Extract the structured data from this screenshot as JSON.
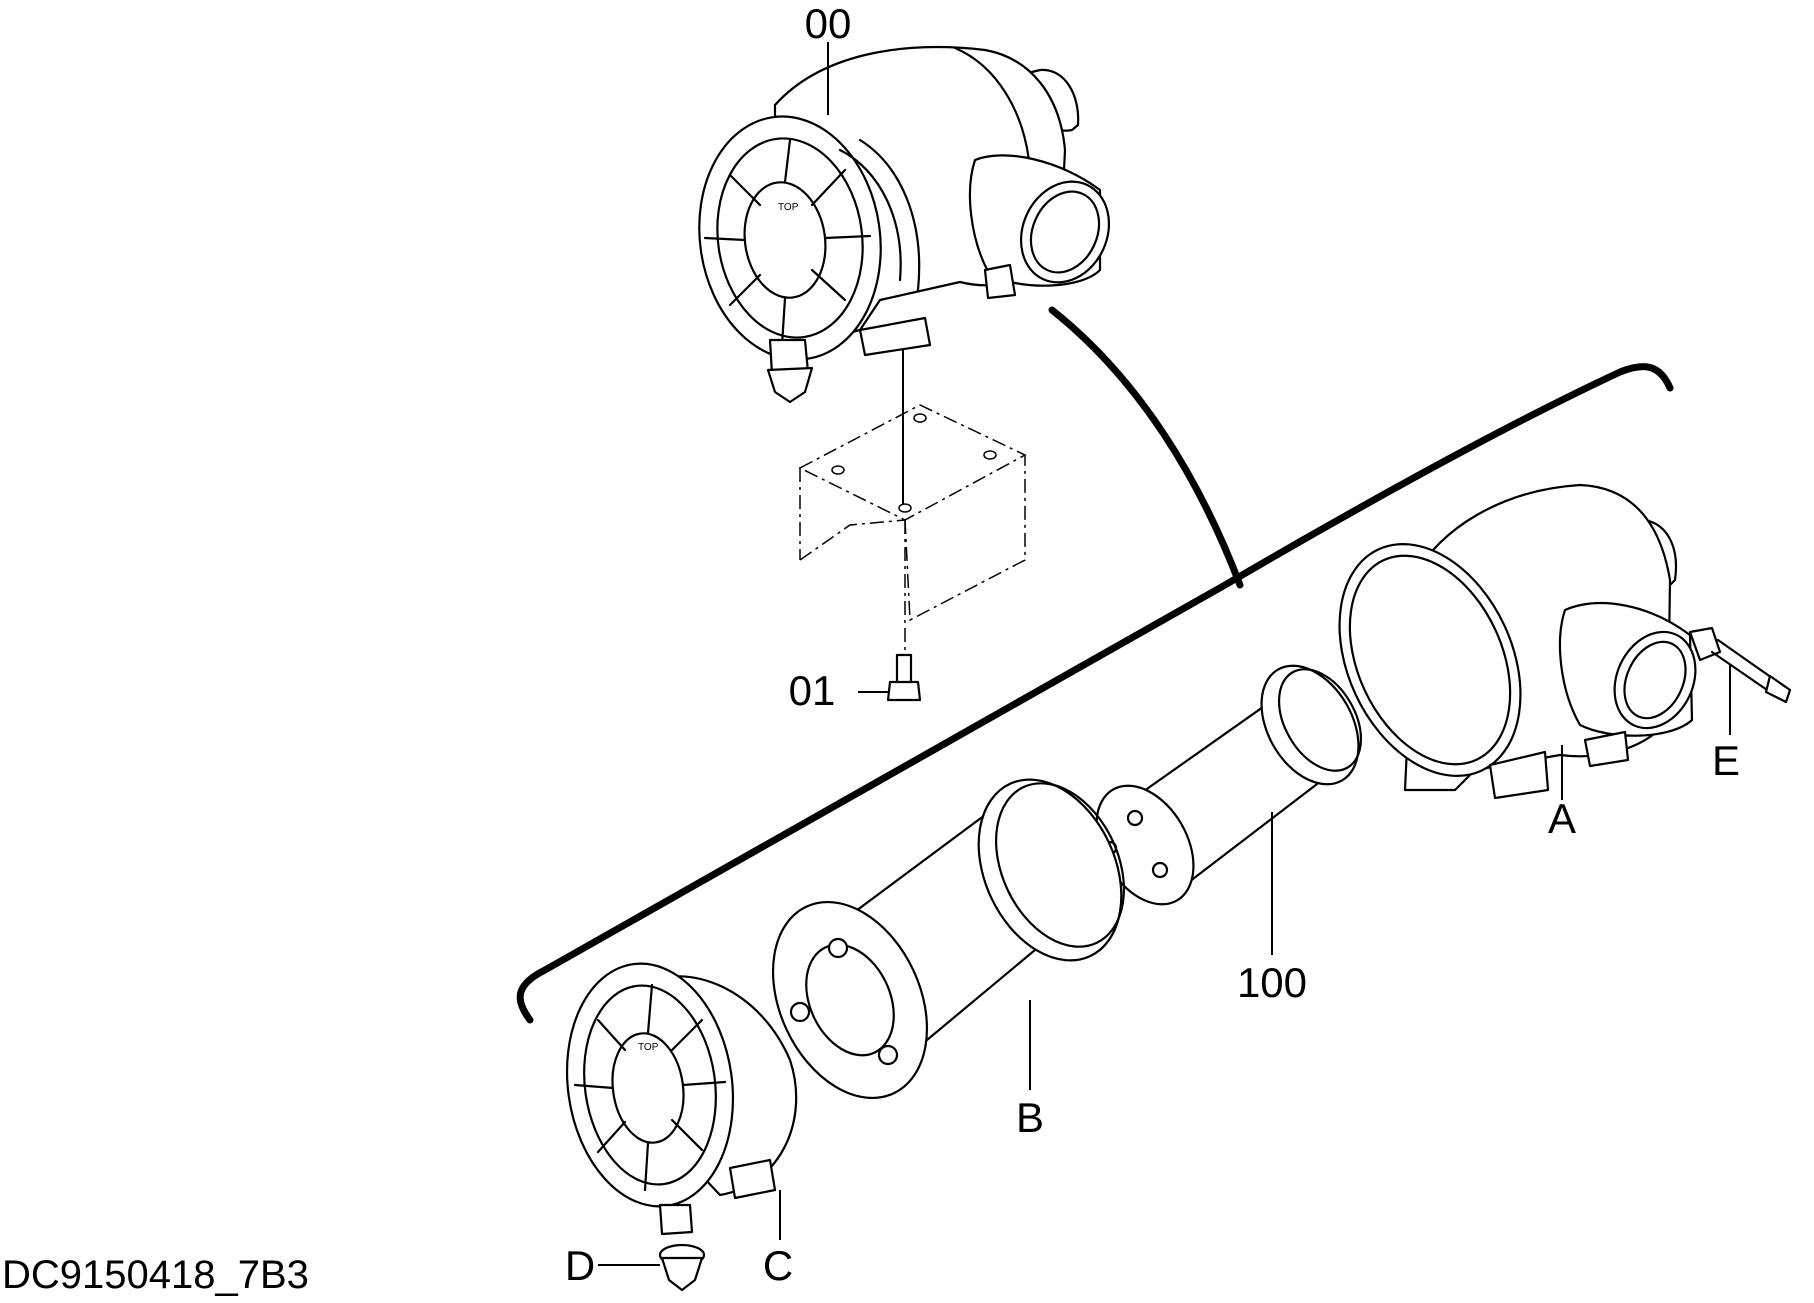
{
  "drawing_id": "DC9150418_7B3",
  "callouts": {
    "assembly": "00",
    "bolt": "01",
    "inner_element": "100",
    "housing": "A",
    "outer_element": "B",
    "cover": "C",
    "valve": "D",
    "indicator": "E"
  }
}
